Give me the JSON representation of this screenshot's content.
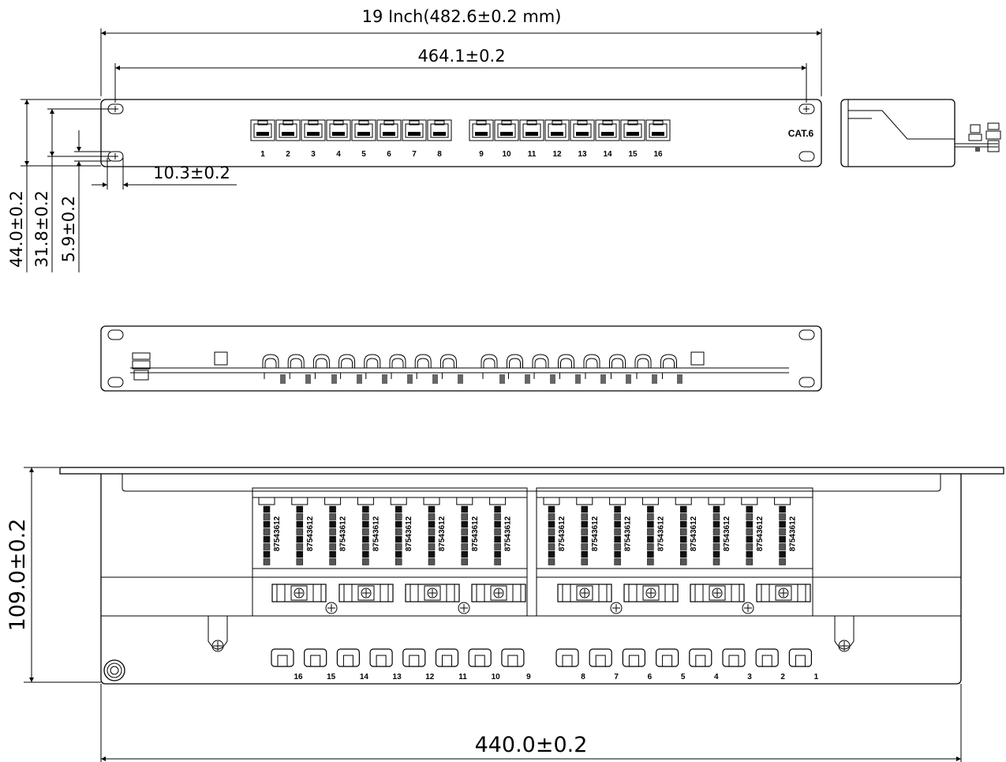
{
  "dimensions": {
    "overall_width": "19 Inch(482.6±0.2 mm)",
    "mount_hole_spacing": "464.1±0.2",
    "panel_height": "44.0±0.2",
    "hole_vertical_spacing": "31.8±0.2",
    "hole_offset": "5.9±0.2",
    "hole_edge_offset": "10.3±0.2",
    "depth": "109.0±0.2",
    "body_width": "440.0±0.2"
  },
  "front_panel": {
    "category_label": "CAT.6",
    "port_numbers": [
      "1",
      "2",
      "3",
      "4",
      "5",
      "6",
      "7",
      "8",
      "9",
      "10",
      "11",
      "12",
      "13",
      "14",
      "15",
      "16"
    ]
  },
  "top_view": {
    "pin_codes": "87543612",
    "cable_tie_numbers": [
      "16",
      "15",
      "14",
      "13",
      "12",
      "11",
      "10",
      "9",
      "8",
      "7",
      "6",
      "5",
      "4",
      "3",
      "2",
      "1"
    ]
  }
}
